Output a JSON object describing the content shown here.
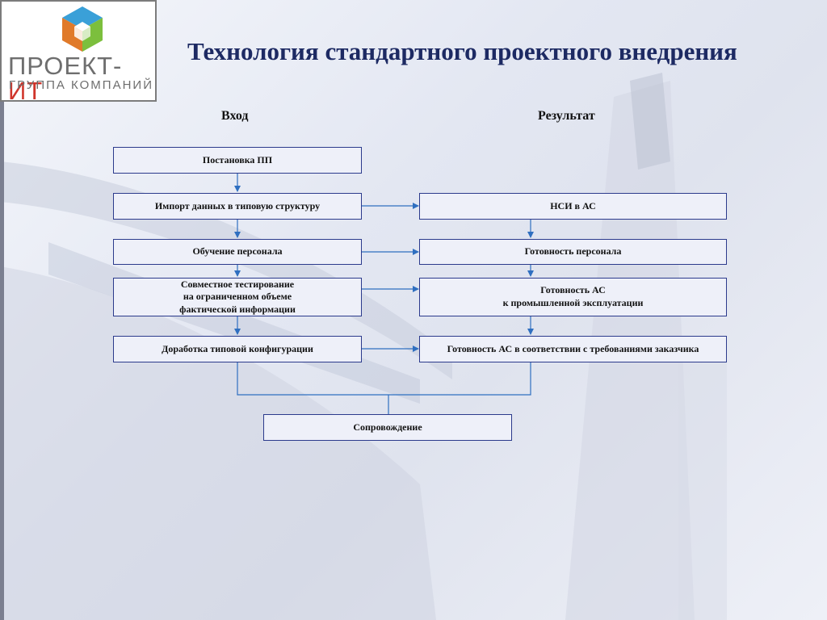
{
  "logo": {
    "brand_main": "ПРОЕКТ-",
    "brand_accent": "ИТ",
    "brand_sub": "ГРУППА КОМПАНИЙ"
  },
  "title": "Технология стандартного проектного внедрения",
  "columns": {
    "input": "Вход",
    "result": "Результат"
  },
  "input_steps": [
    "Постановка ПП",
    "Импорт данных в типовую структуру",
    "Обучение персонала",
    "Совместное тестирование\nна ограниченном объеме\nфактической информации",
    "Доработка типовой конфигурации"
  ],
  "result_steps": [
    "НСИ в АС",
    "Готовность персонала",
    "Готовность АС\nк промышленной эксплуатации",
    "Готовность АС в соответствии с требованиями заказчика"
  ],
  "final_step": "Сопровождение",
  "colors": {
    "title": "#1d2a63",
    "box_border": "#2b3a8c",
    "box_fill": "#eef0f9",
    "arrow": "#2f6fc0",
    "logo_accent": "#d0352b"
  }
}
